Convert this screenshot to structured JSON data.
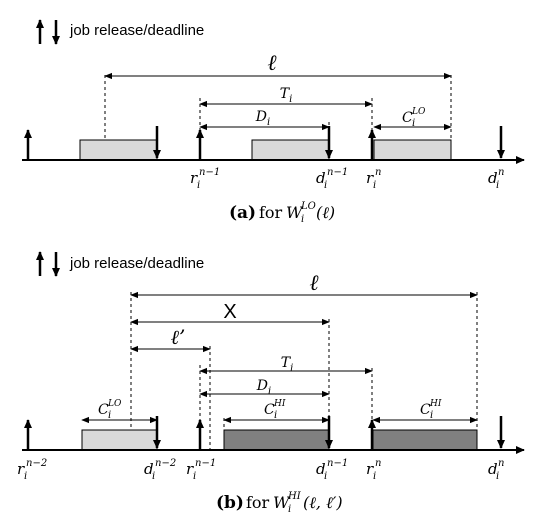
{
  "panel_a": {
    "legend_label": "job release/deadline",
    "caption": {
      "letter": "(a)",
      "prefix": "for",
      "W": "W",
      "sub": "i",
      "sup": "LO",
      "arg": "(ℓ)"
    },
    "dims": {
      "ell": {
        "main": "ℓ"
      },
      "T": {
        "main": "T",
        "sub": "i"
      },
      "D": {
        "main": "D",
        "sub": "i"
      },
      "C": {
        "main": "C",
        "sub": "i",
        "sup": "LO"
      }
    },
    "ticks": {
      "r_prev": {
        "main": "r",
        "sub": "i",
        "sup": "n−1"
      },
      "d_prev": {
        "main": "d",
        "sub": "i",
        "sup": "n−1"
      },
      "r_n": {
        "main": "r",
        "sub": "i",
        "sup": "n"
      },
      "d_n": {
        "main": "d",
        "sub": "i",
        "sup": "n"
      }
    },
    "colors": {
      "lo_block": "#d9d9d9"
    }
  },
  "panel_b": {
    "legend_label": "job release/deadline",
    "caption": {
      "letter": "(b)",
      "prefix": "for",
      "W": "W",
      "sub": "i",
      "sup": "HI",
      "arg": "(ℓ, ℓ′)"
    },
    "dims": {
      "ell": {
        "main": "ℓ"
      },
      "X": {
        "main": "X"
      },
      "ellp": {
        "main": "ℓ’"
      },
      "T": {
        "main": "T",
        "sub": "i"
      },
      "D": {
        "main": "D",
        "sub": "i"
      },
      "C_hi_1": {
        "main": "C",
        "sub": "i",
        "sup": "HI"
      },
      "C_lo": {
        "main": "C",
        "sub": "i",
        "sup": "LO"
      },
      "C_hi_2": {
        "main": "C",
        "sub": "i",
        "sup": "HI"
      }
    },
    "ticks": {
      "r_n2": {
        "main": "r",
        "sub": "i",
        "sup": "n−2"
      },
      "d_n2": {
        "main": "d",
        "sub": "i",
        "sup": "n−2"
      },
      "r_n1": {
        "main": "r",
        "sub": "i",
        "sup": "n−1"
      },
      "d_n1": {
        "main": "d",
        "sub": "i",
        "sup": "n−1"
      },
      "r_n": {
        "main": "r",
        "sub": "i",
        "sup": "n"
      },
      "d_n": {
        "main": "d",
        "sub": "i",
        "sup": "n"
      }
    },
    "colors": {
      "lo_block": "#d9d9d9",
      "hi_block": "#808080"
    }
  }
}
